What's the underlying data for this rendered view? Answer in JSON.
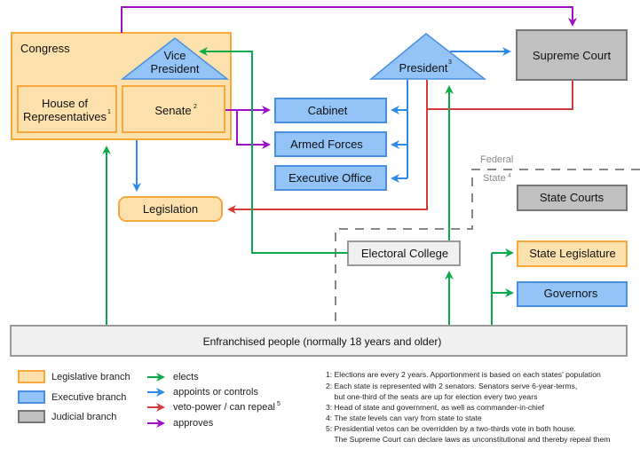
{
  "colors": {
    "legislative_fill": "#fde1ad",
    "legislative_stroke": "#f9a93c",
    "executive_fill": "#93c3f7",
    "executive_stroke": "#4a90e2",
    "judicial_fill": "#c0c0c0",
    "judicial_stroke": "#777777",
    "neutral_fill": "#f0f0f0",
    "neutral_stroke": "#999999",
    "elects": "#0aaa4a",
    "appoints": "#2e8ae6",
    "veto": "#d43b3b",
    "approves": "#9b10c8"
  },
  "nodes": {
    "congress": "Congress",
    "vice_president_line1": "Vice",
    "vice_president_line2": "President",
    "house_line1": "House of",
    "house_line2": "Representatives",
    "house_note": "1",
    "senate": "Senate",
    "senate_note": "2",
    "president": "President",
    "president_note": "3",
    "supreme_court": "Supreme Court",
    "cabinet": "Cabinet",
    "armed_forces": "Armed Forces",
    "executive_office": "Executive Office",
    "legislation": "Legislation",
    "federal_label": "Federal",
    "state_label": "State",
    "state_note": "4",
    "state_courts": "State Courts",
    "electoral_college": "Electoral College",
    "state_legislature": "State Legislature",
    "governors": "Governors",
    "people": "Enfranchised people (normally 18 years and older)"
  },
  "legend": {
    "branches": [
      {
        "label": "Legislative branch",
        "kind": "legislative"
      },
      {
        "label": "Executive branch",
        "kind": "executive"
      },
      {
        "label": "Judicial branch",
        "kind": "judicial"
      }
    ],
    "arrows": [
      {
        "label": "elects",
        "kind": "elects",
        "note": ""
      },
      {
        "label": "appoints or controls",
        "kind": "appoints",
        "note": ""
      },
      {
        "label": "veto-power / can repeal",
        "kind": "veto",
        "note": "5"
      },
      {
        "label": "approves",
        "kind": "approves",
        "note": ""
      }
    ]
  },
  "notes": [
    "1: Elections are every 2 years. Apportionment is based on each states' population",
    "2: Each state is represented with 2 senators. Senators serve 6-year-terms,",
    "    but one-third of the seats are up for election every two years",
    "3: Head of state and government, as well as commander-in-chief",
    "4: The state levels can vary from state to state",
    "5: Presidential vetos can be overridden by a two-thirds vote in both house.",
    "    The Supreme Court can declare laws as unconstitutional and thereby repeal them"
  ]
}
